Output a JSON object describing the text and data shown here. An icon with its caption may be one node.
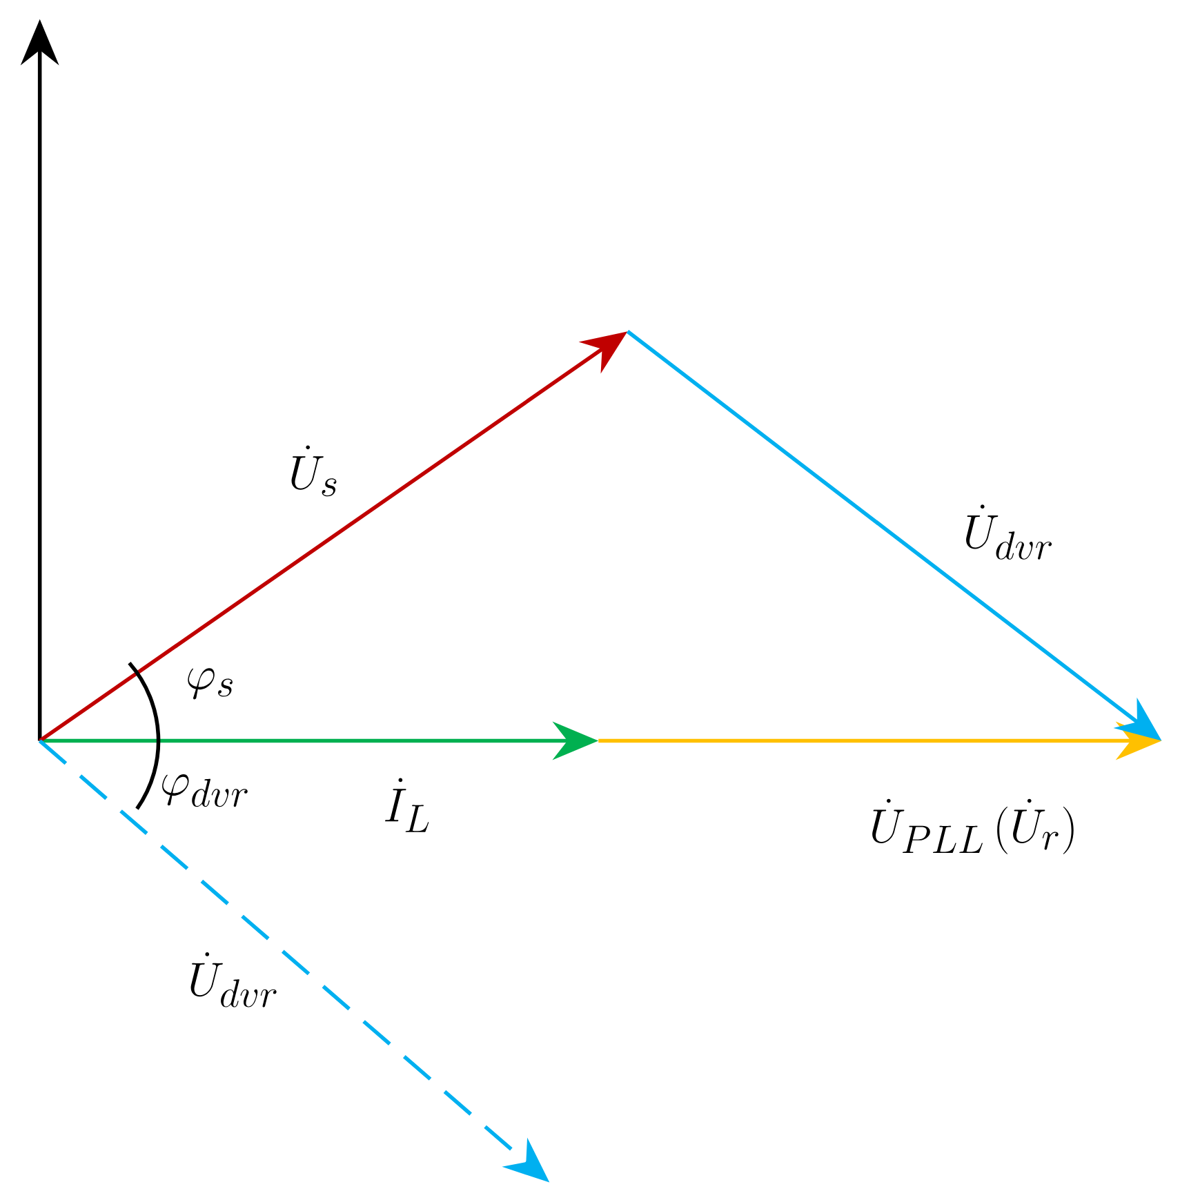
{
  "diagram": {
    "labels": [
      "\\dot{U}_{s}",
      "\\dot{U}_{dvr}",
      "\\varphi_{s}",
      "\\varphi_{dvr}",
      "\\dot{I}_{L}",
      "\\dot{U}_{PLL}\\,(\\dot{U}_{r})",
      "\\dot{U}_{dvr}"
    ]
  }
}
